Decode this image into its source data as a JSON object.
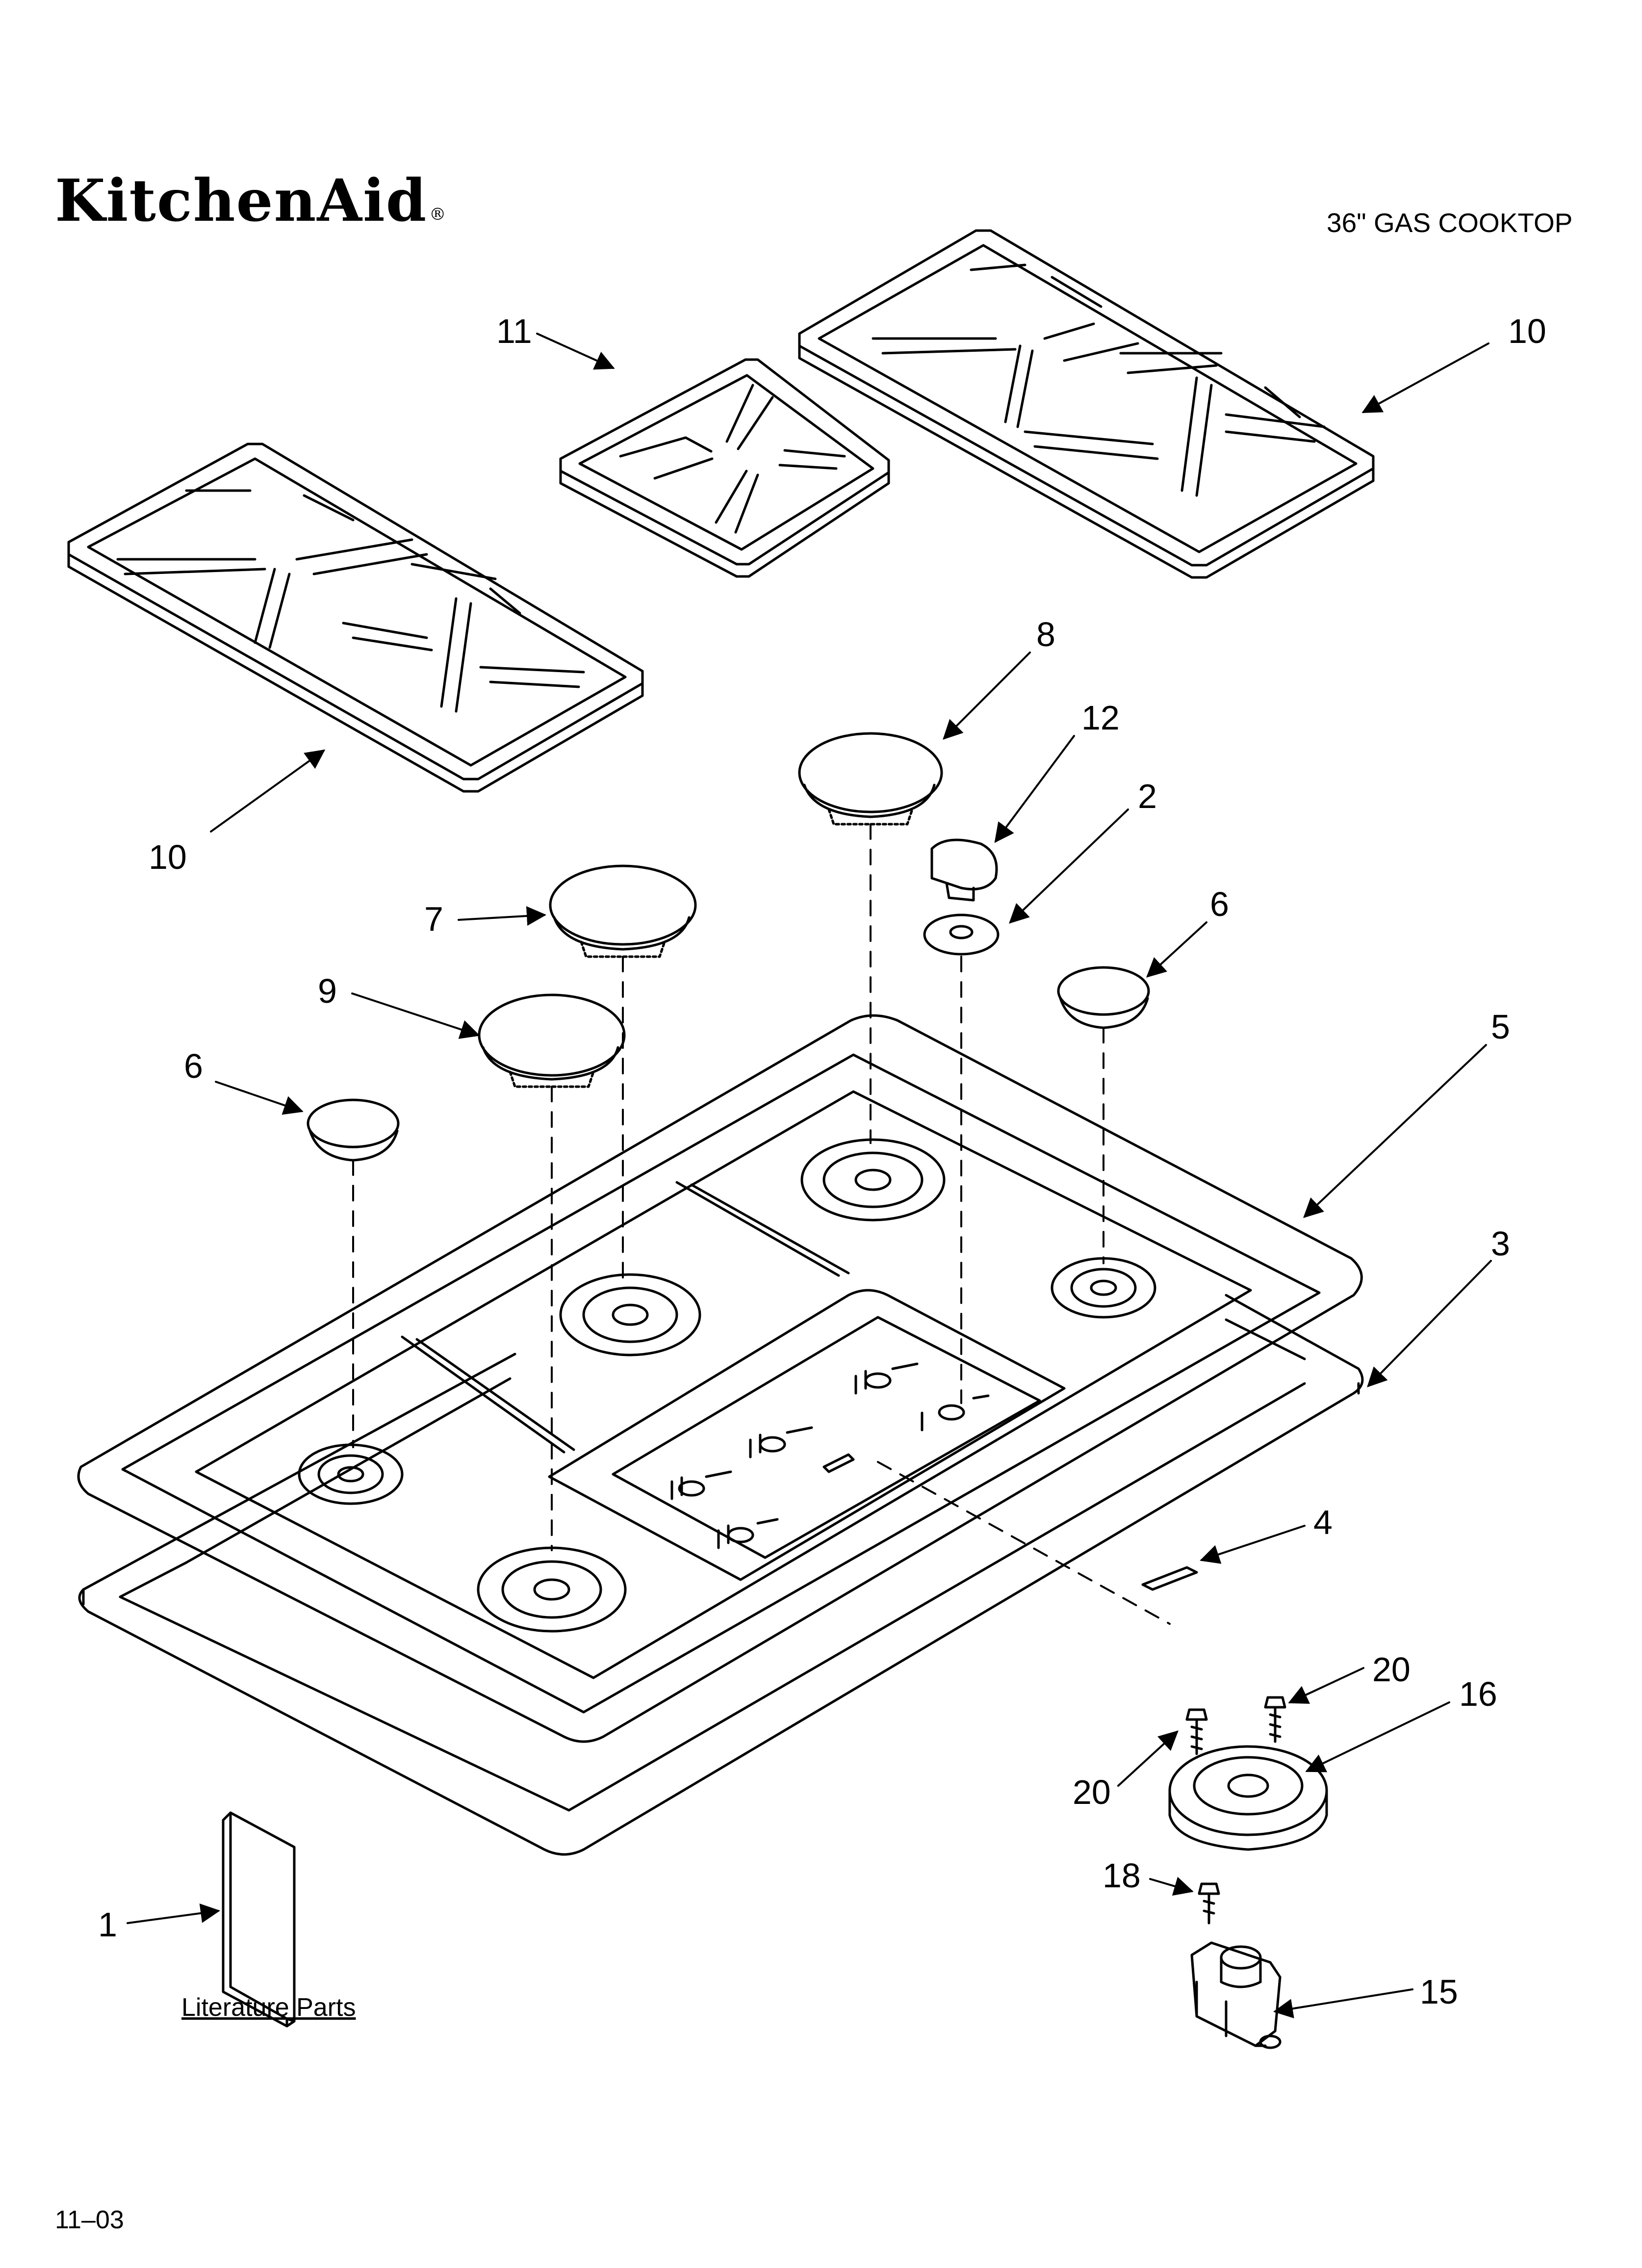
{
  "brand": "KitchenAid",
  "brand_mark": "®",
  "title": "36\" GAS COOKTOP",
  "footer_code": "11–03",
  "literature_label": "Literature Parts",
  "callouts": [
    "11",
    "10",
    "10",
    "8",
    "12",
    "2",
    "7",
    "6",
    "9",
    "6",
    "5",
    "3",
    "4",
    "20",
    "16",
    "20",
    "18",
    "1",
    "15"
  ]
}
